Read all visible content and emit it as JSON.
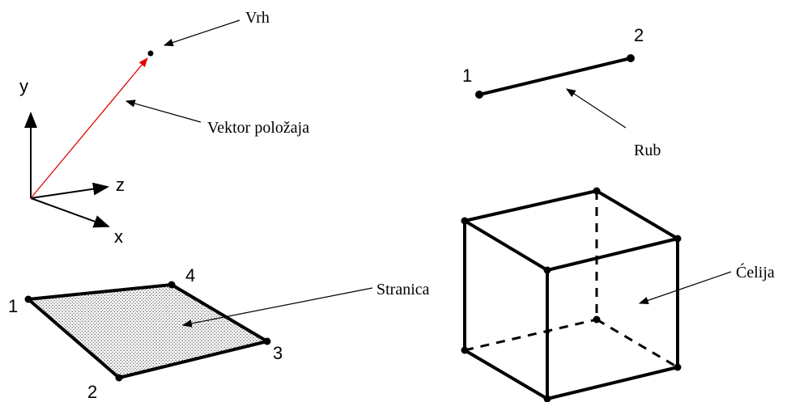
{
  "vertex_panel": {
    "axis_y": "y",
    "axis_z": "z",
    "axis_x": "x",
    "vertex_label": "Vrh",
    "vector_label": "Vektor položaja",
    "vector_color": "#e00000"
  },
  "edge_panel": {
    "point_1": "1",
    "point_2": "2",
    "edge_label": "Rub"
  },
  "face_panel": {
    "point_1": "1",
    "point_2": "2",
    "point_3": "3",
    "point_4": "4",
    "face_label": "Stranica",
    "fill_pattern": "dotted"
  },
  "cell_panel": {
    "cell_label": "Ćelija"
  }
}
